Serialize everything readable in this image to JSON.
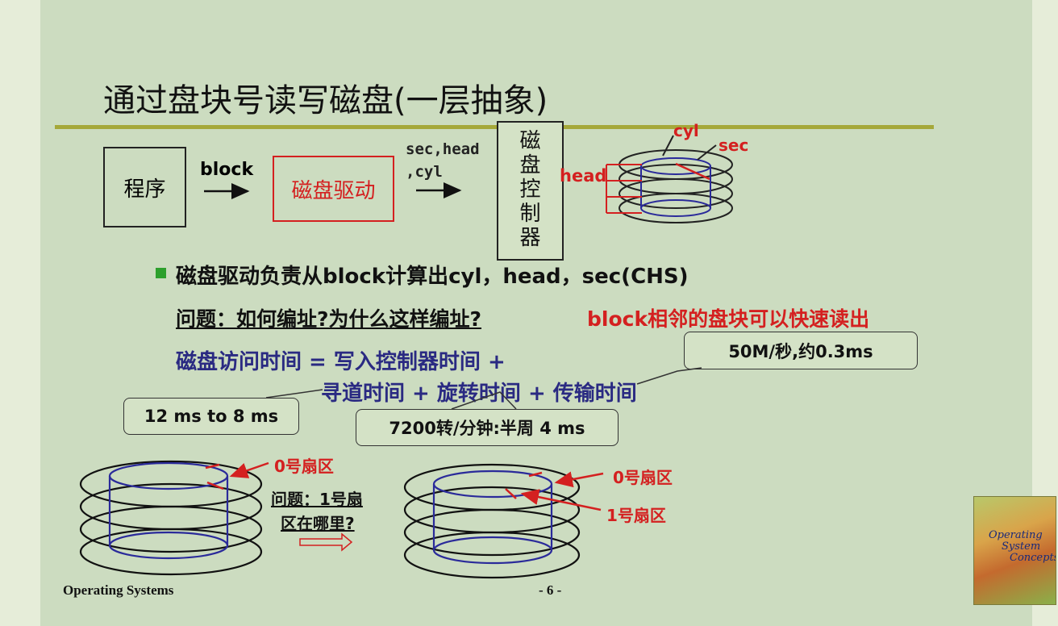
{
  "title": "通过盘块号读写磁盘(一层抽象)",
  "diagram": {
    "program": "程序",
    "block_label": "block",
    "driver": "磁盘驱动",
    "chs_line1": "sec,head",
    "chs_line2": ",cyl",
    "controller": [
      "磁",
      "盘",
      "控",
      "制",
      "器"
    ],
    "disk_labels": {
      "cyl": "cyl",
      "sec": "sec",
      "head": "head"
    }
  },
  "bullet": "磁盘驱动负责从block计算出cyl，head，sec(CHS)",
  "question": "问题：如何编址?为什么这样编址?",
  "answer": "block相邻的盘块可以快速读出",
  "access_time": {
    "line1": "磁盘访问时间 =  写入控制器时间 +",
    "line2": "寻道时间 + 旋转时间 + 传输时间"
  },
  "callouts": {
    "transfer": "50M/秒,约0.3ms",
    "seek": "12 ms to 8 ms",
    "rotation": "7200转/分钟:半周 4 ms"
  },
  "bottom": {
    "sector0_left": "0号扇区",
    "question_line1": "问题：1号扇",
    "question_line2": "区在哪里?",
    "sector0_right": "0号扇区",
    "sector1_right": "1号扇区"
  },
  "footer": {
    "left": "Operating Systems",
    "page": "- 6 -"
  },
  "book": {
    "line1": "Operating",
    "line2": "System",
    "line3": "Concepts"
  },
  "colors": {
    "accent_red": "#d42020",
    "navy": "#2a2a82",
    "rule": "#a5a83a",
    "disk_blue": "#2a2a9a"
  }
}
